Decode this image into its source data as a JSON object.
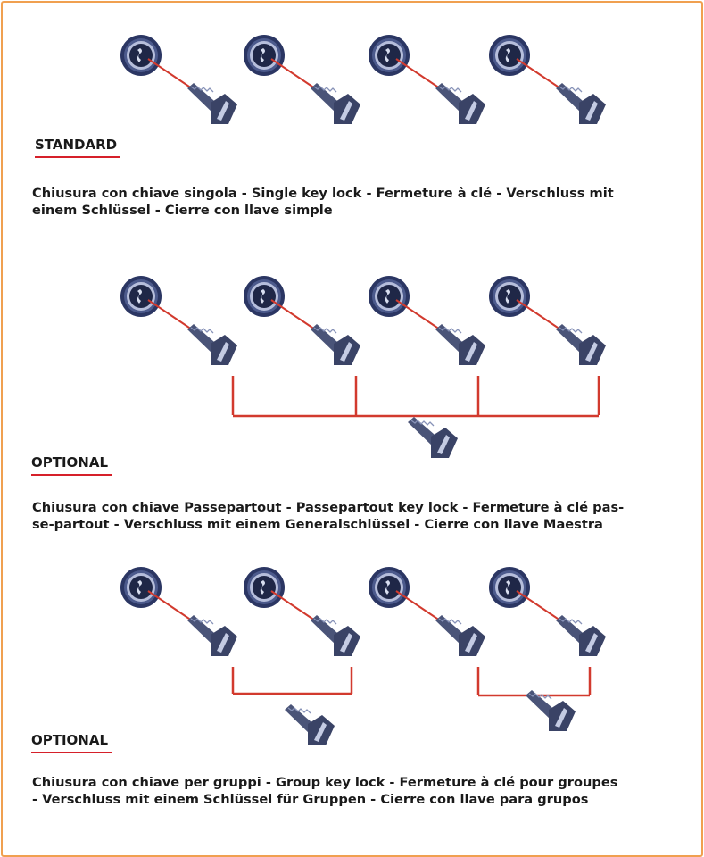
{
  "sections": [
    {
      "tag": "STANDARD",
      "description_lines": [
        "Chiusura con chiave singola - Single key lock - Fermeture à clé -  Verschluss mit",
        "einem Schlüssel - Cierre con llave simple"
      ]
    },
    {
      "tag": "OPTIONAL",
      "description_lines": [
        "Chiusura con chiave Passepartout - Passepartout key lock - Fermeture à clé pas-",
        "se-partout - Verschluss mit einem Generalschlüssel - Cierre con llave Maestra"
      ]
    },
    {
      "tag": "OPTIONAL",
      "description_lines": [
        "Chiusura con chiave per gruppi - Group key lock - Fermeture à clé pour groupes",
        "-  Verschluss mit einem Schlüssel für Gruppen - Cierre con llave para grupos"
      ]
    }
  ],
  "colors": {
    "frame": "#f0a050",
    "underline": "#d6202a",
    "connector": "#d23a2e",
    "lock_ring": "#2e3a66",
    "key_body": "#3c4568"
  },
  "icons": [
    "lock-cylinder-icon",
    "key-icon",
    "master-key-icon",
    "group-key-icon"
  ]
}
